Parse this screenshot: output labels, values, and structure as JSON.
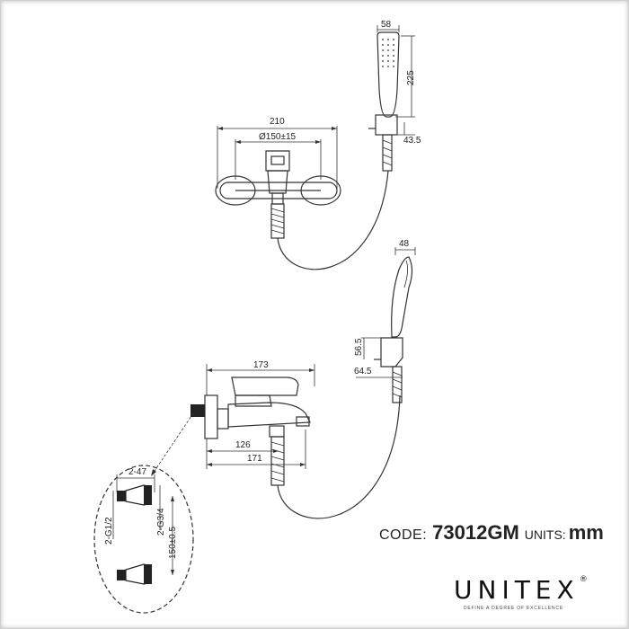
{
  "dimensions": {
    "shower_head_width": "58",
    "shower_head_length": "225",
    "wall_holder_depth": "43.5",
    "overall_width": "210",
    "center_distance": "Ø150±15",
    "side_head_width": "48",
    "side_holder_height": "56.5",
    "side_holder_depth": "64.5",
    "body_length": "173",
    "outlet_distance_1": "126",
    "outlet_distance_2": "171",
    "fitting_width": "2-47",
    "thread_small": "2-G1/2",
    "thread_large": "2-G3/4",
    "fitting_spacing": "150±0.5"
  },
  "product": {
    "code_label": "CODE:",
    "code_value": "73012GM",
    "units_label": "UNITS:",
    "units_value": "mm"
  },
  "brand": {
    "name": "UNITEX",
    "registered": "®",
    "tagline": "DEFINE A DEGREE OF EXCELLENCE"
  }
}
